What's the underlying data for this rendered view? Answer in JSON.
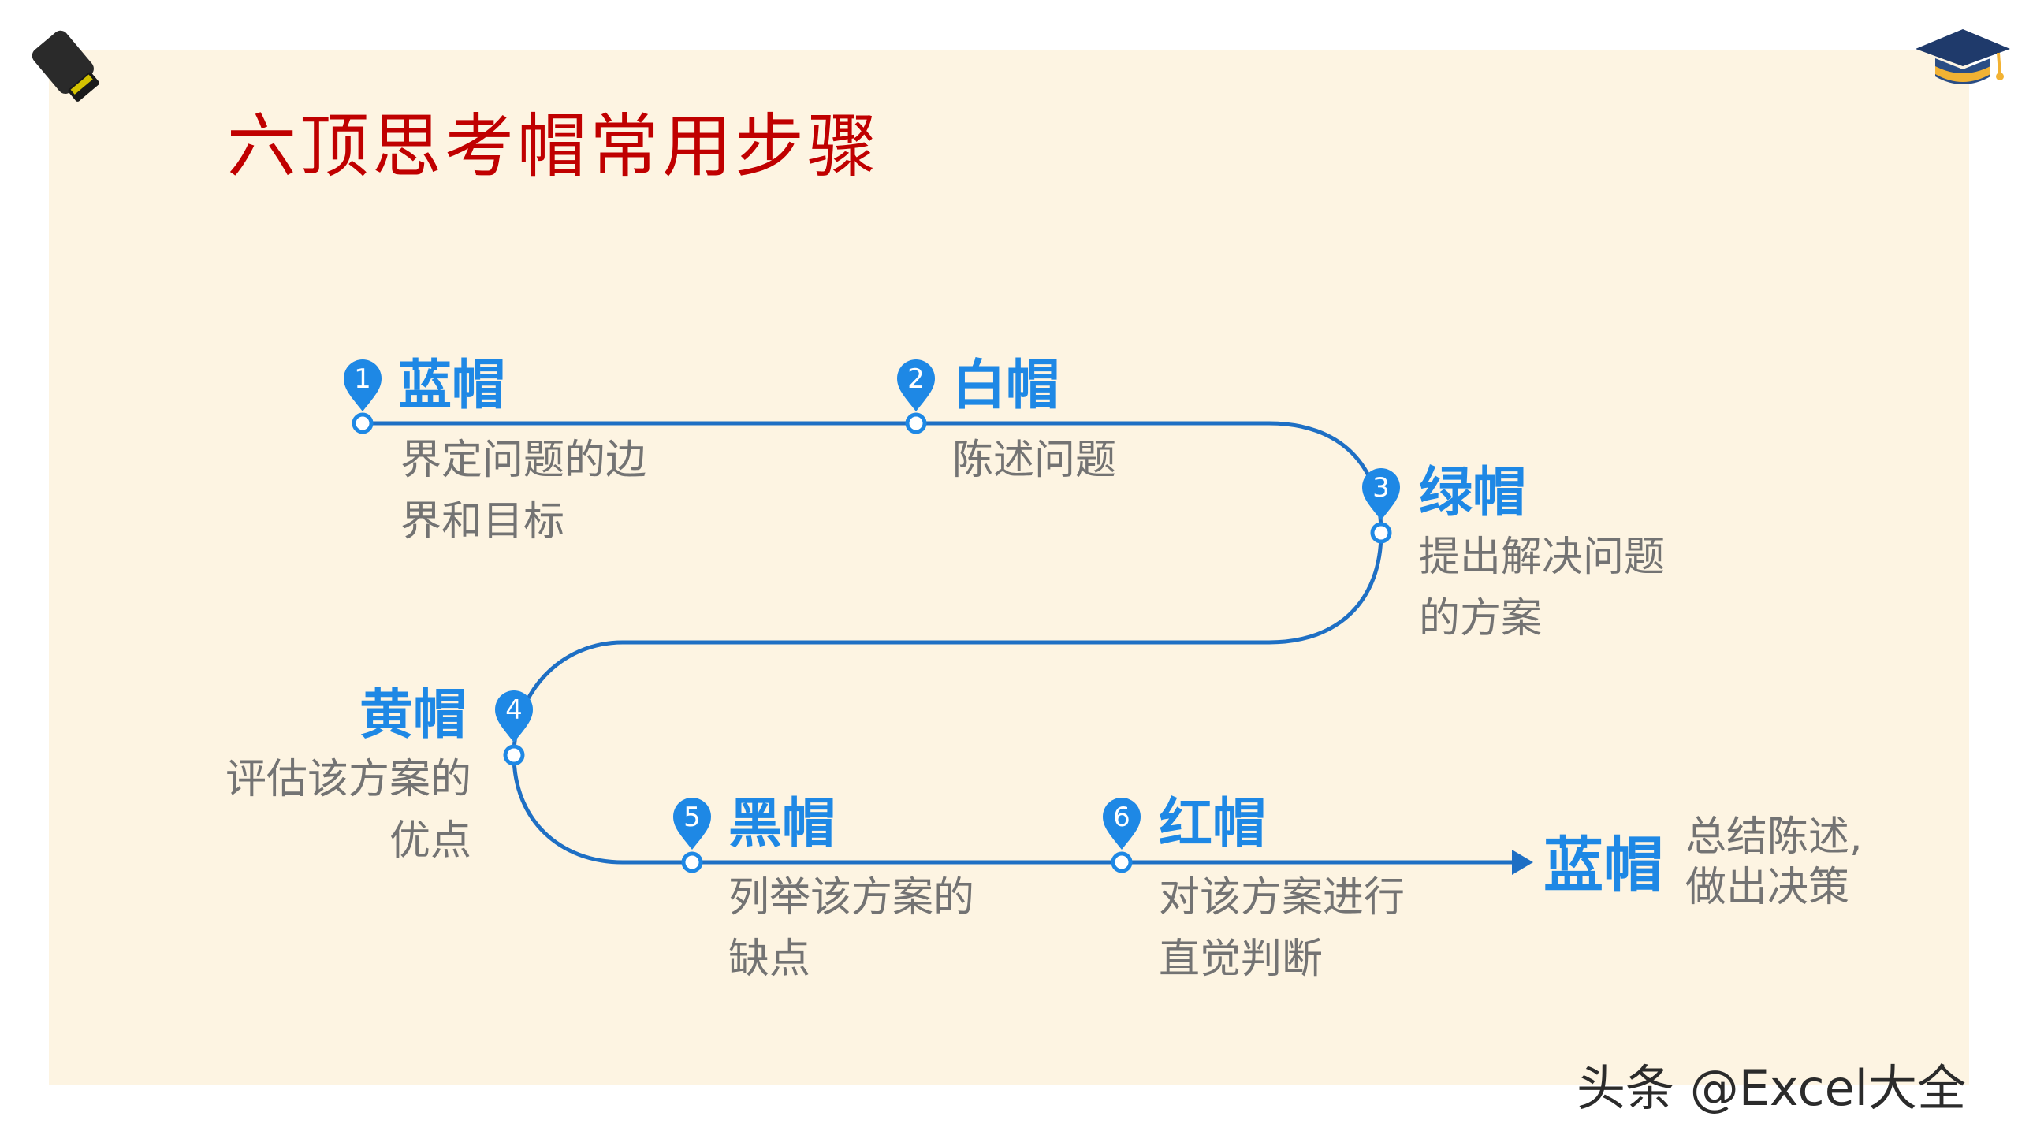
{
  "title": "六顶思考帽常用步骤",
  "steps": [
    {
      "num": "1",
      "hat": "蓝帽",
      "desc_line1": "界定问题的边",
      "desc_line2": "界和目标"
    },
    {
      "num": "2",
      "hat": "白帽",
      "desc_line1": "陈述问题",
      "desc_line2": ""
    },
    {
      "num": "3",
      "hat": "绿帽",
      "desc_line1": "提出解决问题",
      "desc_line2": "的方案"
    },
    {
      "num": "4",
      "hat": "黄帽",
      "desc_line1": "评估该方案的",
      "desc_line2": "优点"
    },
    {
      "num": "5",
      "hat": "黑帽",
      "desc_line1": "列举该方案的",
      "desc_line2": "缺点"
    },
    {
      "num": "6",
      "hat": "红帽",
      "desc_line1": "对该方案进行",
      "desc_line2": "直觉判断"
    }
  ],
  "final": {
    "hat": "蓝帽",
    "desc_line1": "总结陈述,",
    "desc_line2": "做出决策"
  },
  "watermark": "头条 @Excel大全",
  "colors": {
    "accent": "#1e88e5",
    "title": "#c00000",
    "panel": "#fdf4e2",
    "text": "#737373"
  },
  "icons": {
    "top_left": "ink-bottle-icon",
    "top_right": "graduation-cap-icon"
  }
}
